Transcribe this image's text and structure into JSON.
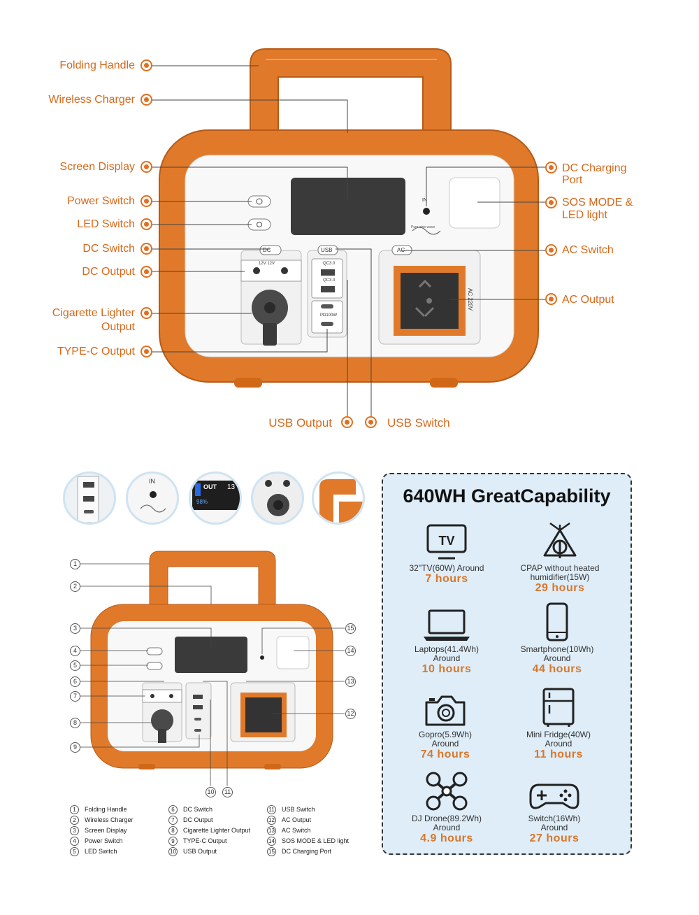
{
  "callouts_left": [
    {
      "text": "Folding Handle"
    },
    {
      "text": "Wireless Charger"
    },
    {
      "text": "Screen Display"
    },
    {
      "text": "Power Switch"
    },
    {
      "text": "LED Switch"
    },
    {
      "text": "DC Switch"
    },
    {
      "text": "DC Output"
    },
    {
      "text": "Cigarette Lighter",
      "text2": "Output"
    },
    {
      "text": "TYPE-C Output"
    }
  ],
  "callouts_right": [
    {
      "text": "DC Charging",
      "text2": "Port"
    },
    {
      "text": "SOS MODE &",
      "text2": "LED light"
    },
    {
      "text": "AC Switch"
    },
    {
      "text": "AC Output"
    }
  ],
  "callouts_bottom": [
    "USB Output",
    "USB Switch"
  ],
  "device": {
    "dc_tag": "DC",
    "usb_tag": "USB",
    "ac_tag": "AC",
    "in_label": "IN",
    "dc_volt": "12V  12V",
    "qc1": "QC3.0",
    "qc2": "QC3.0",
    "pd": "PD100W",
    "ac_volt": "AC 220V",
    "wave": "Pure  sine  wave"
  },
  "thumbs": {
    "screen_out": "OUT",
    "screen_pct": "98%",
    "screen_val": "13",
    "in_label": "IN"
  },
  "small_numbers": [
    "1",
    "2",
    "3",
    "4",
    "5",
    "6",
    "7",
    "8",
    "9",
    "10",
    "11",
    "12",
    "13",
    "14",
    "15"
  ],
  "legend": [
    {
      "n": "1",
      "text": "Folding Handle"
    },
    {
      "n": "2",
      "text": "Wireless Charger"
    },
    {
      "n": "3",
      "text": "Screen Display"
    },
    {
      "n": "4",
      "text": "Power Switch"
    },
    {
      "n": "5",
      "text": "LED Switch"
    },
    {
      "n": "6",
      "text": "DC Switch"
    },
    {
      "n": "7",
      "text": "DC Output"
    },
    {
      "n": "8",
      "text": "Cigarette Lighter Output"
    },
    {
      "n": "9",
      "text": "TYPE-C Output"
    },
    {
      "n": "10",
      "text": "USB Output"
    },
    {
      "n": "11",
      "text": "USB Switch"
    },
    {
      "n": "12",
      "text": "AC Output"
    },
    {
      "n": "13",
      "text": "AC Switch"
    },
    {
      "n": "14",
      "text": "SOS MODE & LED light"
    },
    {
      "n": "15",
      "text": "DC Charging Port"
    }
  ],
  "capability": {
    "title": "640WH GreatCapability",
    "items": [
      {
        "icon": "tv-icon",
        "desc": "32\"TV(60W) Around",
        "hours": "7 hours"
      },
      {
        "icon": "cpap-icon",
        "desc": "CPAP without heated",
        "desc2": "humidifier(15W)",
        "hours": "29 hours"
      },
      {
        "icon": "laptop-icon",
        "desc": "Laptops(41.4Wh)",
        "desc2": "Around",
        "hours": "10 hours"
      },
      {
        "icon": "smartphone-icon",
        "desc": "Smartphone(10Wh)",
        "desc2": "Around",
        "hours": "44 hours"
      },
      {
        "icon": "camera-icon",
        "desc": "Gopro(5.9Wh)",
        "desc2": "Around",
        "hours": "74 hours"
      },
      {
        "icon": "fridge-icon",
        "desc": "Mini Fridge(40W)",
        "desc2": "Around",
        "hours": "11 hours"
      },
      {
        "icon": "drone-icon",
        "desc": "DJ Drone(89.2Wh)",
        "desc2": "Around",
        "hours": "4.9 hours"
      },
      {
        "icon": "gamepad-icon",
        "desc": "Switch(16Wh)",
        "desc2": "Around",
        "hours": "27 hours"
      }
    ]
  },
  "colors": {
    "accent": "#e07020",
    "label": "#d6681a",
    "panel": "#deedf8"
  }
}
